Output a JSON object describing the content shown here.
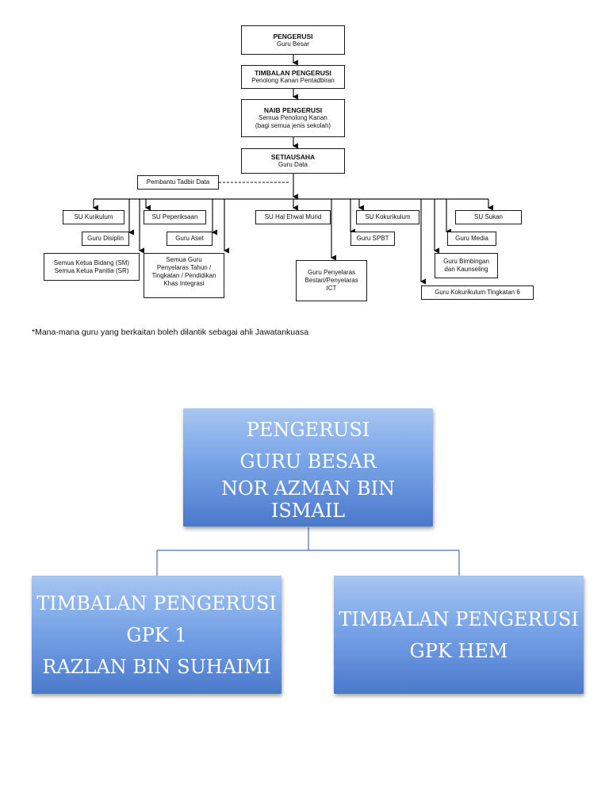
{
  "top_chart": {
    "pengerusi": {
      "title": "PENGERUSI",
      "sub": "Guru Besar"
    },
    "timbalan": {
      "title": "TIMBALAN PENGERUSI",
      "sub": "Penolong Kanan Pentadbiran"
    },
    "naib": {
      "title": "NAIB PENGERUSI",
      "sub1": "Semua Penolong Kanan",
      "sub2": "(bagi semua jenis sekolah)"
    },
    "setiausaha": {
      "title": "SETIAUSAHA",
      "sub": "Guru Data"
    },
    "pembantu": "Pembantu Tadbir Data",
    "su_kurikulum": "SU Kurikulum",
    "guru_disiplin": "Guru Disiplin",
    "ketua_bidang": "Semua Ketua Bidang (SM)",
    "ketua_panitia": "Semua Ketua Panitia (SR)",
    "su_peperiksaan": "SU Peperiksaan",
    "guru_aset": "Guru Aset",
    "penyelaras_l1": "Semua Guru",
    "penyelaras_l2": "Penyelaras Tahun /",
    "penyelaras_l3": "Tingkatan / Pendidikan",
    "penyelaras_l4": "Khas Integrasi",
    "su_hem": "SU Hal Ehwal Murid",
    "bestari_l1": "Guru Penyelaras",
    "bestari_l2": "Bestari/Penyelaras",
    "bestari_l3": "ICT",
    "su_kokurikulum": "SU Kokurikulum",
    "guru_spbt": "Guru SPBT",
    "su_sukan": "SU Sukan",
    "guru_media": "Guru Media",
    "bimbingan_l1": "Guru Bimbingan",
    "bimbingan_l2": "dan Kaunseling",
    "koko_t6": "Guru Kokurikulum Tingkatan 6"
  },
  "footnote": "*Mana-mana guru yang berkaitan boleh dilantik sebagai ahli Jawatankuasa",
  "bottom_chart": {
    "top": {
      "line1": "PENGERUSI",
      "line2": "GURU BESAR",
      "line3": "NOR AZMAN BIN ISMAIL"
    },
    "left": {
      "line1": "TIMBALAN PENGERUSI",
      "line2": "GPK 1",
      "line3": "RAZLAN BIN SUHAIMI"
    },
    "right": {
      "line1": "TIMBALAN PENGERUSI",
      "line2": "GPK HEM"
    }
  },
  "colors": {
    "box_top": "#a7c6f2",
    "box_bottom": "#4a79cc",
    "connector": "#4a6fb0"
  }
}
